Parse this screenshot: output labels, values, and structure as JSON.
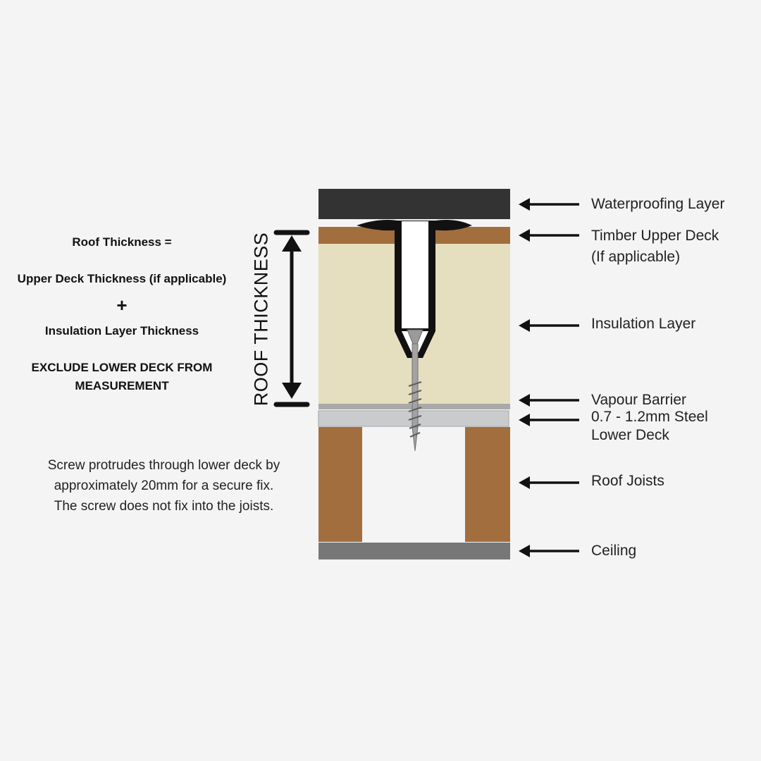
{
  "formula": {
    "title": "Roof Thickness =",
    "upper_deck": "Upper Deck Thickness (if applicable)",
    "plus": "+",
    "insulation": "Insulation Layer Thickness",
    "exclude_line1": "EXCLUDE LOWER DECK FROM",
    "exclude_line2": "MEASUREMENT"
  },
  "note": {
    "line1": "Screw protrudes through lower deck by",
    "line2": "approximately 20mm for a secure fix.",
    "line3": "The screw does not fix into the joists."
  },
  "dimension": {
    "label": "ROOF THICKNESS"
  },
  "layers": {
    "waterproofing": "Waterproofing Layer",
    "timber_line1": "Timber Upper Deck",
    "timber_line2": "(If applicable)",
    "insulation": "Insulation Layer",
    "vapour_barrier": "Vapour Barrier",
    "steel_line1": "0.7 - 1.2mm Steel",
    "steel_line2": "Lower Deck",
    "joists": "Roof Joists",
    "ceiling": "Ceiling"
  },
  "colors": {
    "background": "#f4f4f4",
    "waterproofing": "#333333",
    "timber": "#a36e3e",
    "insulation": "#e6dfbf",
    "vapour_barrier": "#a9a9a9",
    "steel_deck": "#c9cbcd",
    "ceiling": "#777777",
    "arrow": "#111111"
  },
  "icons": [
    "arrow-left-icon",
    "double-arrow-icon",
    "screw-icon",
    "fixing-sleeve-icon"
  ]
}
